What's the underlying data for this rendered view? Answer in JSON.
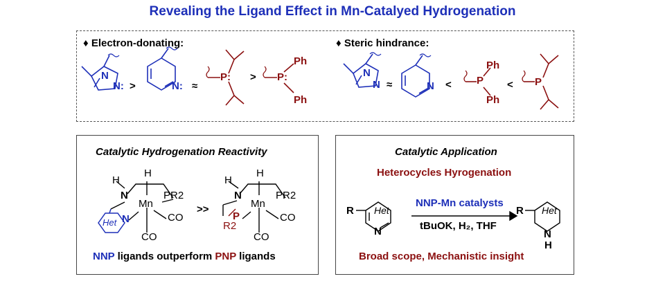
{
  "title": "Revealing the Ligand Effect in Mn-Catalyed Hydrogenation",
  "electron_donating": {
    "label": "Electron-donating:",
    "bullet": "♦",
    "order": [
      ">",
      "≈",
      ">"
    ]
  },
  "steric": {
    "label": "Steric hindrance:",
    "bullet": "♦",
    "order": [
      "≈",
      "<",
      "<"
    ]
  },
  "atoms": {
    "N": "N",
    "P": "P",
    "Ph": "Ph",
    "Mn": "Mn",
    "H": "H",
    "R": "R",
    "CO": "CO",
    "PR2": "PR2",
    "R2": "R2",
    "Het": "Het",
    "colon": ":"
  },
  "left_panel": {
    "heading": "Catalytic Hydrogenation Reactivity",
    "compare": ">>",
    "caption_nnp": "NNP",
    "caption_mid": " ligands outperform ",
    "caption_pnp": "PNP",
    "caption_end": " ligands"
  },
  "right_panel": {
    "heading": "Catalytic Application",
    "subheading": "Heterocycles Hyrogenation",
    "catalyst": "NNP-Mn catalysts",
    "conditions": "tBuOK, H₂, THF",
    "footer": "Broad scope, Mechanistic insight"
  },
  "colors": {
    "blue": "#1d2fb8",
    "red": "#8b1010",
    "black": "#000000"
  }
}
